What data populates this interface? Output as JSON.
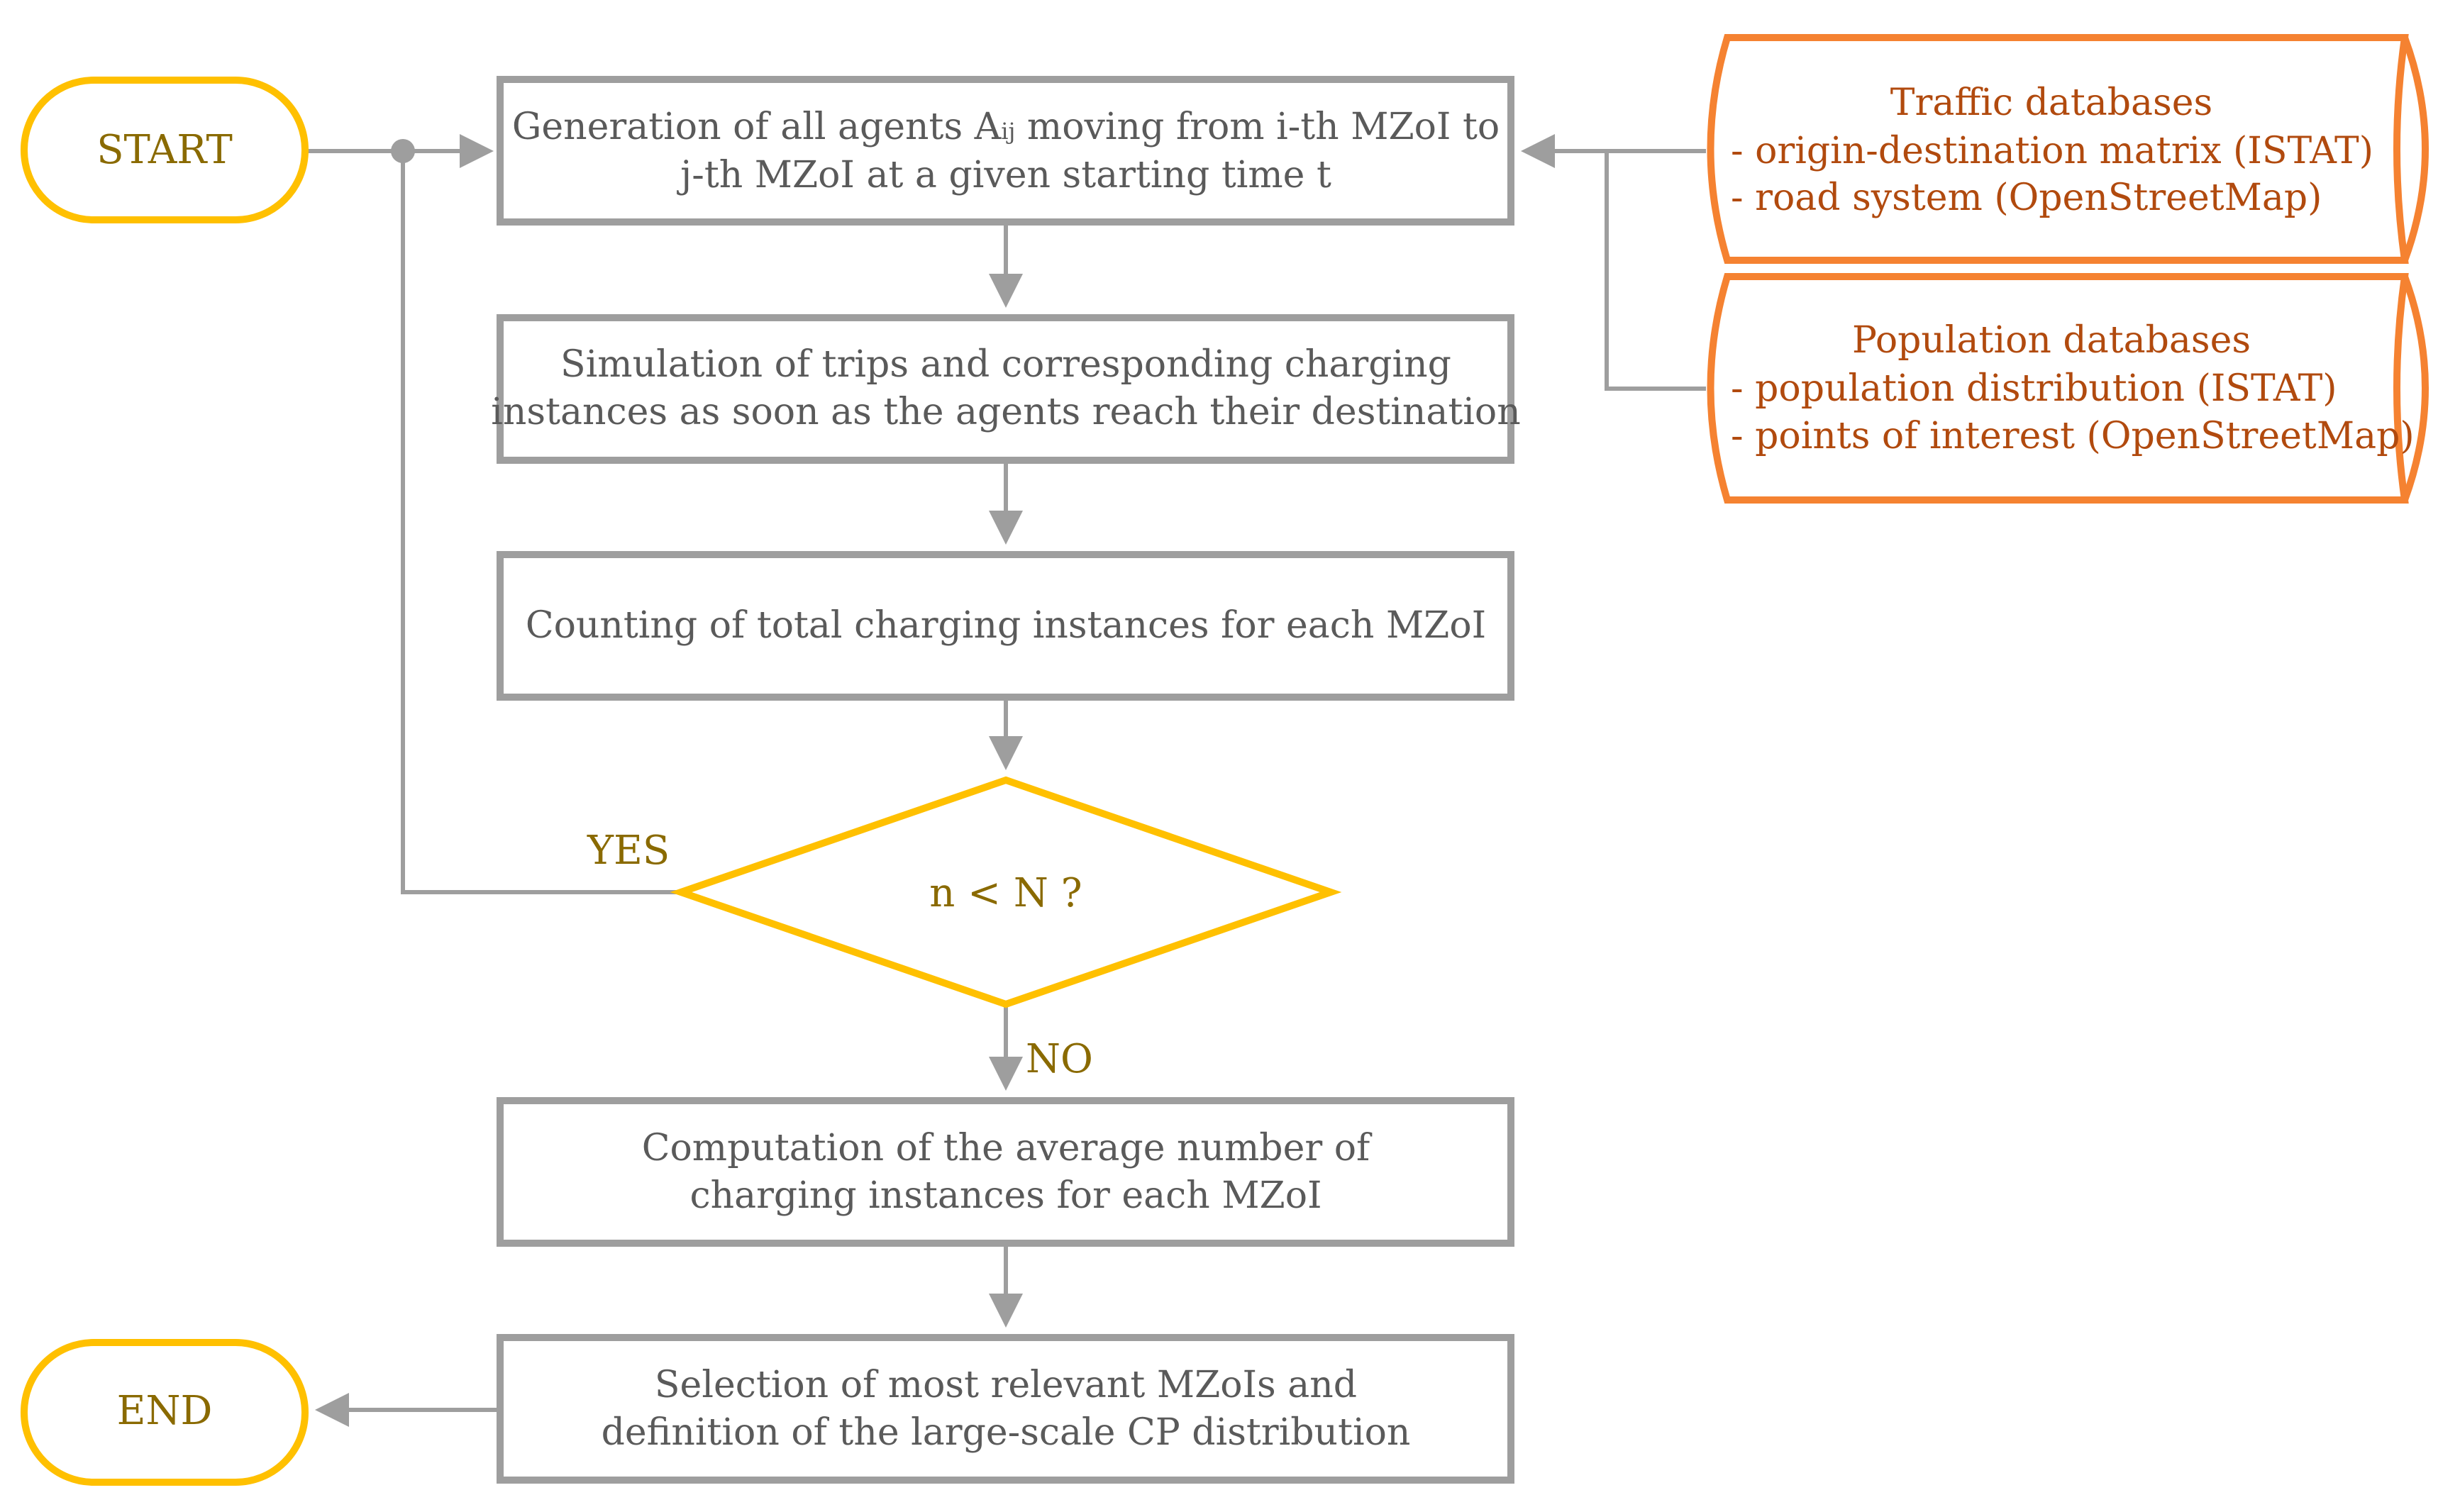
{
  "terminals": {
    "start": "START",
    "end": "END"
  },
  "boxes": {
    "generation": {
      "line1_pre": "Generation of all agents A",
      "line1_sub": "ij",
      "line1_post": " moving from i-th MZoI to",
      "line2": "j-th MZoI at a given starting time t"
    },
    "simulation": {
      "line1": "Simulation of trips and corresponding charging",
      "line2": "instances as soon as the agents reach their destination"
    },
    "counting": {
      "line1": "Counting of total charging instances for each MZoI"
    },
    "computation": {
      "line1": "Computation of the average number of",
      "line2": "charging instances for each MZoI"
    },
    "selection": {
      "line1": "Selection of most relevant MZoIs and",
      "line2": "definition of the large-scale CP distribution"
    }
  },
  "decision": {
    "text": "n < N ?",
    "yes_label": "YES",
    "no_label": "NO"
  },
  "databases": {
    "traffic": {
      "title": "Traffic databases",
      "items": [
        "- origin-destination matrix (ISTAT)",
        "- road system (OpenStreetMap)"
      ]
    },
    "population": {
      "title": "Population databases",
      "items": [
        "- population distribution (ISTAT)",
        "- points of interest (OpenStreetMap)"
      ]
    }
  },
  "colors": {
    "box_stroke": "#9e9e9e",
    "terminal_stroke": "#ffc000",
    "database_stroke": "#f58231",
    "arrow": "#9e9e9e"
  }
}
